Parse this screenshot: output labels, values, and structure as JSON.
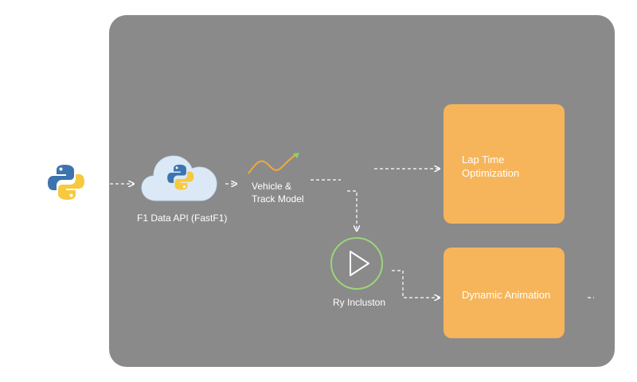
{
  "diagram": {
    "nodes": {
      "python_source": {
        "icon": "python-logo-icon"
      },
      "data_api": {
        "icon": "cloud-python-icon",
        "label": "F1 Data API (FastF1)"
      },
      "model": {
        "icon": "trend-line-icon",
        "label_line1": "Vehicle &",
        "label_line2": "Track Model"
      },
      "simulation": {
        "icon": "play-icon",
        "label": "Ry Incluston"
      },
      "lap_time": {
        "label_line1": "Lap Time",
        "label_line2": "Optimization"
      },
      "animation": {
        "label": "Dynamic Animation"
      }
    },
    "edges": [
      {
        "from": "python_source",
        "to": "data_api",
        "style": "dashed-arrow"
      },
      {
        "from": "data_api",
        "to": "model",
        "style": "dashed-arrow"
      },
      {
        "from": "model",
        "to": "lap_time",
        "style": "dashed-arrow"
      },
      {
        "from": "model",
        "to": "simulation",
        "style": "dashed-arrow"
      },
      {
        "from": "simulation",
        "to": "animation",
        "style": "dashed-arrow"
      }
    ],
    "colors": {
      "panel": "#8a8a8a",
      "box": "#f6b55a",
      "python_blue": "#3d74b0",
      "python_yellow": "#f7c93e",
      "cloud": "#dbe9f7",
      "play_ring": "#9ed37a",
      "trend_line": "#f2a93b",
      "trend_arrow": "#8fd16a"
    }
  }
}
